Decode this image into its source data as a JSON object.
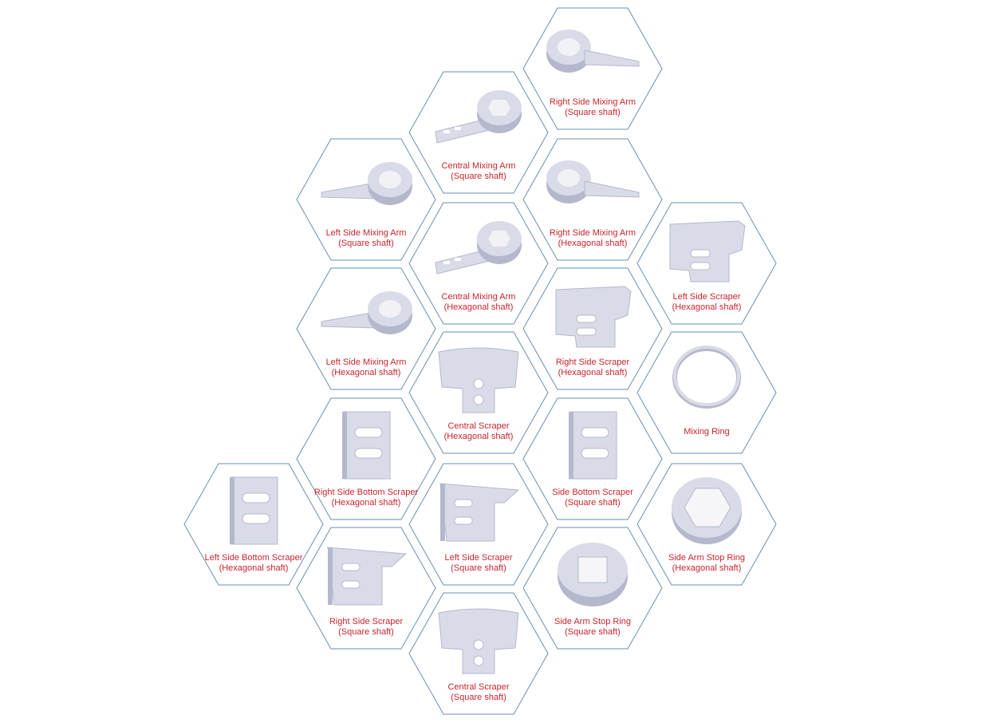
{
  "colors": {
    "hex_border": "#6a8fb0",
    "label_text": "#c8242c",
    "part_fill": "#d9dbe8",
    "part_shade": "#b5b8cc"
  },
  "parts": [
    {
      "id": "rs-mixing-arm-square",
      "icon": "right-mixing-arm-icon",
      "line1": "Right Side Mixing Arm",
      "line2": "(Square shaft)"
    },
    {
      "id": "c-mixing-arm-square",
      "icon": "central-mixing-arm-icon",
      "line1": "Central Mixing Arm",
      "line2": "(Square shaft)"
    },
    {
      "id": "ls-mixing-arm-square",
      "icon": "left-mixing-arm-icon",
      "line1": "Left Side Mixing Arm",
      "line2": "(Square shaft)"
    },
    {
      "id": "rs-mixing-arm-hex",
      "icon": "right-mixing-arm-icon",
      "line1": "Right Side Mixing Arm",
      "line2": "(Hexagonal shaft)"
    },
    {
      "id": "c-mixing-arm-hex",
      "icon": "central-mixing-arm-icon",
      "line1": "Central Mixing Arm",
      "line2": "(Hexagonal shaft)"
    },
    {
      "id": "ls-scraper-hex",
      "icon": "scraper-plate-icon",
      "line1": "Left Side Scraper",
      "line2": "(Hexagonal shaft)"
    },
    {
      "id": "ls-mixing-arm-hex",
      "icon": "left-mixing-arm-icon",
      "line1": "Left Side Mixing Arm",
      "line2": "(Hexagonal shaft)"
    },
    {
      "id": "rs-scraper-hex",
      "icon": "scraper-plate-icon",
      "line1": "Right Side Scraper",
      "line2": "(Hexagonal shaft)"
    },
    {
      "id": "c-scraper-hex",
      "icon": "central-scraper-icon",
      "line1": "Central Scraper",
      "line2": "(Hexagonal shaft)"
    },
    {
      "id": "mixing-ring",
      "icon": "mixing-ring-icon",
      "line1": "Mixing Ring",
      "line2": ""
    },
    {
      "id": "rs-bottom-scraper-hex",
      "icon": "bottom-scraper-icon",
      "line1": "Right Side Bottom Scraper",
      "line2": "(Hexagonal shaft)"
    },
    {
      "id": "side-bottom-scraper-sq",
      "icon": "bottom-scraper-icon",
      "line1": "Side Bottom Scraper",
      "line2": "(Square shaft)"
    },
    {
      "id": "ls-bottom-scraper-hex",
      "icon": "bottom-scraper-icon",
      "line1": "Left Side Bottom Scraper",
      "line2": "(Hexagonal shaft)"
    },
    {
      "id": "ls-scraper-square",
      "icon": "side-scraper-icon",
      "line1": "Left Side Scraper",
      "line2": "(Square shaft)"
    },
    {
      "id": "side-arm-stop-ring-hex",
      "icon": "stop-ring-hex-icon",
      "line1": "Side Arm Stop Ring",
      "line2": "(Hexagonal shaft)"
    },
    {
      "id": "rs-scraper-square",
      "icon": "side-scraper-icon",
      "line1": "Right Side Scraper",
      "line2": "(Square shaft)"
    },
    {
      "id": "side-arm-stop-ring-sq",
      "icon": "stop-ring-square-icon",
      "line1": "Side Arm Stop Ring",
      "line2": "(Square shaft)"
    },
    {
      "id": "c-scraper-square",
      "icon": "central-scraper-icon",
      "line1": "Central Scraper",
      "line2": "(Square shaft)"
    }
  ]
}
